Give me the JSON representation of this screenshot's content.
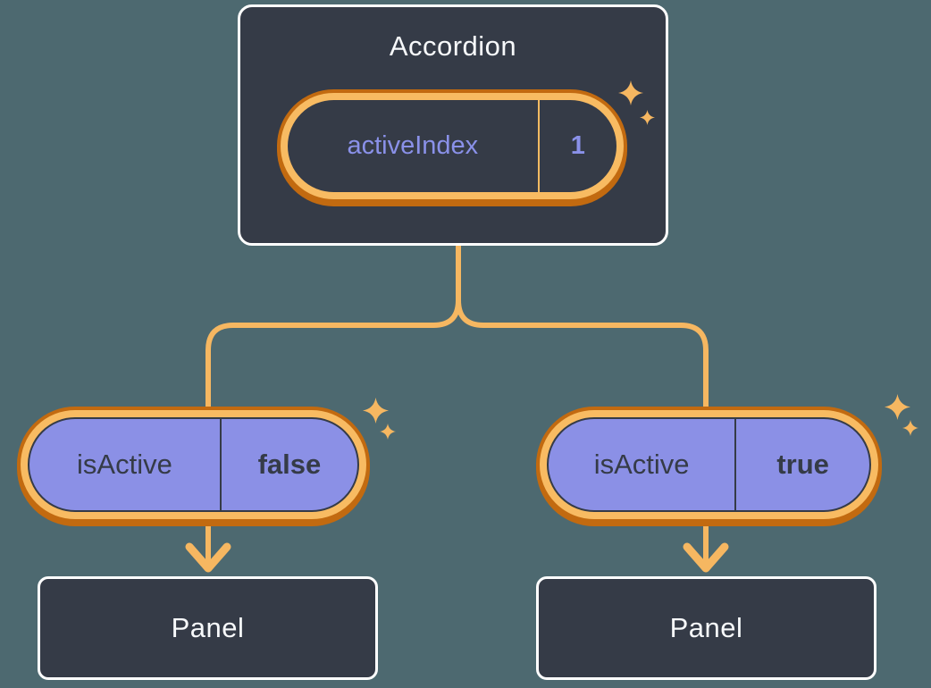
{
  "accordion": {
    "title": "Accordion",
    "state": {
      "name": "activeIndex",
      "value": "1"
    }
  },
  "children": [
    {
      "prop": {
        "name": "isActive",
        "value": "false"
      },
      "panel_label": "Panel"
    },
    {
      "prop": {
        "name": "isActive",
        "value": "true"
      },
      "panel_label": "Panel"
    }
  ],
  "icons": {
    "sparkle": "four-point-star",
    "arrow": "chevron-down-arrowhead"
  },
  "colors": {
    "background": "#4D6970",
    "box_fill": "#353B47",
    "box_border": "#FFFFFF",
    "line_orange": "#F6B761",
    "ring_light_orange": "#F8BB62",
    "ring_dark_orange": "#C26A10",
    "purple_fill": "#8B90E6",
    "purple_text": "#8A91E9",
    "dark_text": "#353B47",
    "light_text": "#F7F9FB"
  }
}
